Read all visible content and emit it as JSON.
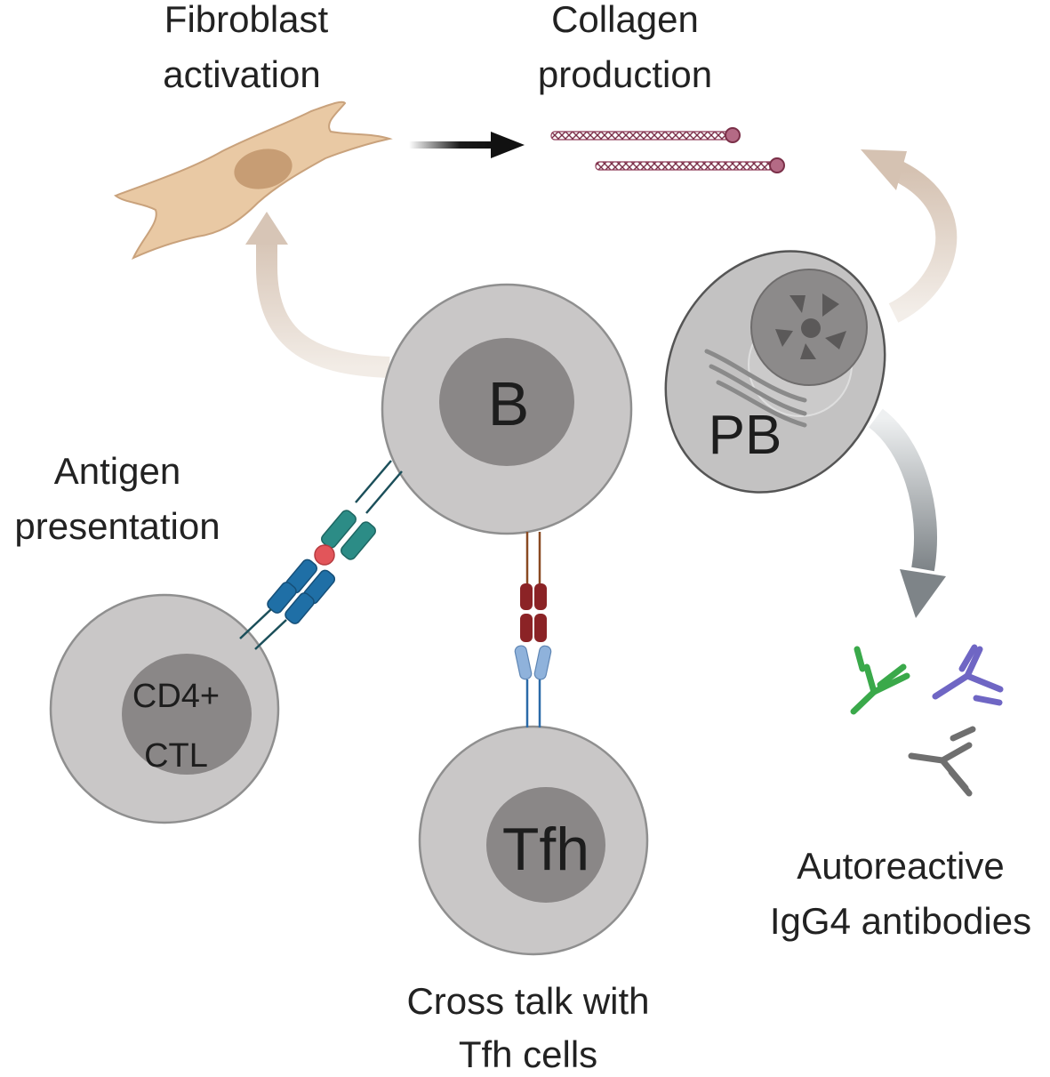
{
  "labels": {
    "fibroblast": [
      "Fibroblast",
      "activation"
    ],
    "collagen": [
      "Collagen",
      "production"
    ],
    "antigen": [
      "Antigen",
      "presentation"
    ],
    "autoreactive": [
      "Autoreactive",
      "IgG4 antibodies"
    ],
    "crosstalk": [
      "Cross talk with",
      "Tfh cells"
    ]
  },
  "cells": {
    "b_cell": "B",
    "plasmablast": "PB",
    "cd4_ctl": [
      "CD4+",
      "CTL"
    ],
    "tfh": "Tfh"
  },
  "colors": {
    "cell_body": "#c9c7c7",
    "cell_outline": "#8f8f8f",
    "nucleus": "#8a8787",
    "fibroblast": "#e9c9a4",
    "fibroblast_nucleus": "#c79d74",
    "collagen": "#8d3b57",
    "arrow_tan": "#d7c5b6",
    "arrow_grey": "#7e8488",
    "antibody_green": "#3aa94a",
    "antibody_purple": "#6f66c4",
    "antibody_grey": "#6f6f6f",
    "mhc_teal": "#2c8c86",
    "tcr_blue": "#1f6fa6",
    "antigen_red": "#e2555a",
    "cd40l_red": "#8b2326",
    "cd40_lightblue": "#8fb2db"
  }
}
